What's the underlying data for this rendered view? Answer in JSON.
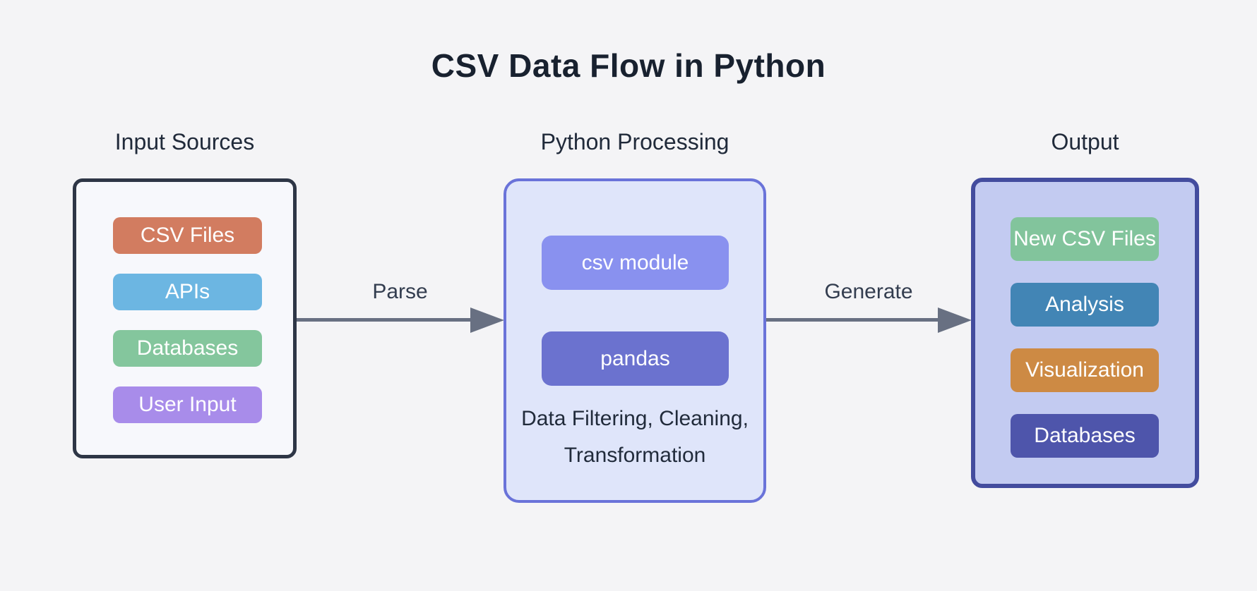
{
  "title": "CSV Data Flow in Python",
  "groups": [
    {
      "label": "Input Sources",
      "box_bg": "#f7f8fc",
      "box_border": "#2e3646",
      "pills": [
        {
          "label": "CSV Files",
          "color": "#d27c60"
        },
        {
          "label": "APIs",
          "color": "#6cb6e2"
        },
        {
          "label": "Databases",
          "color": "#84c69d"
        },
        {
          "label": "User Input",
          "color": "#a88cea"
        }
      ]
    },
    {
      "label": "Python Processing",
      "box_bg": "#dfe5fa",
      "box_border": "#6a73d9",
      "pills": [
        {
          "label": "csv module",
          "color": "#8991ef"
        },
        {
          "label": "pandas",
          "color": "#6b72cf"
        }
      ],
      "note_line1": "Data Filtering, Cleaning,",
      "note_line2": "Transformation"
    },
    {
      "label": "Output",
      "box_bg": "#c3cbf1",
      "box_border": "#434c9e",
      "pills": [
        {
          "label": "New CSV Files",
          "color": "#82c49c"
        },
        {
          "label": "Analysis",
          "color": "#4285b5"
        },
        {
          "label": "Visualization",
          "color": "#cd8a44"
        },
        {
          "label": "Databases",
          "color": "#4e55ab"
        }
      ]
    }
  ],
  "arrows": [
    {
      "label": "Parse"
    },
    {
      "label": "Generate"
    }
  ],
  "colors": {
    "background": "#f4f4f6",
    "title_text": "#18212f",
    "section_label_text": "#202a3a",
    "note_text": "#212b3b",
    "arrow": "#6870826",
    "arrow_gray": "#687082",
    "arrow_label_text": "#333d4f",
    "pill_text": "#ffffff"
  }
}
